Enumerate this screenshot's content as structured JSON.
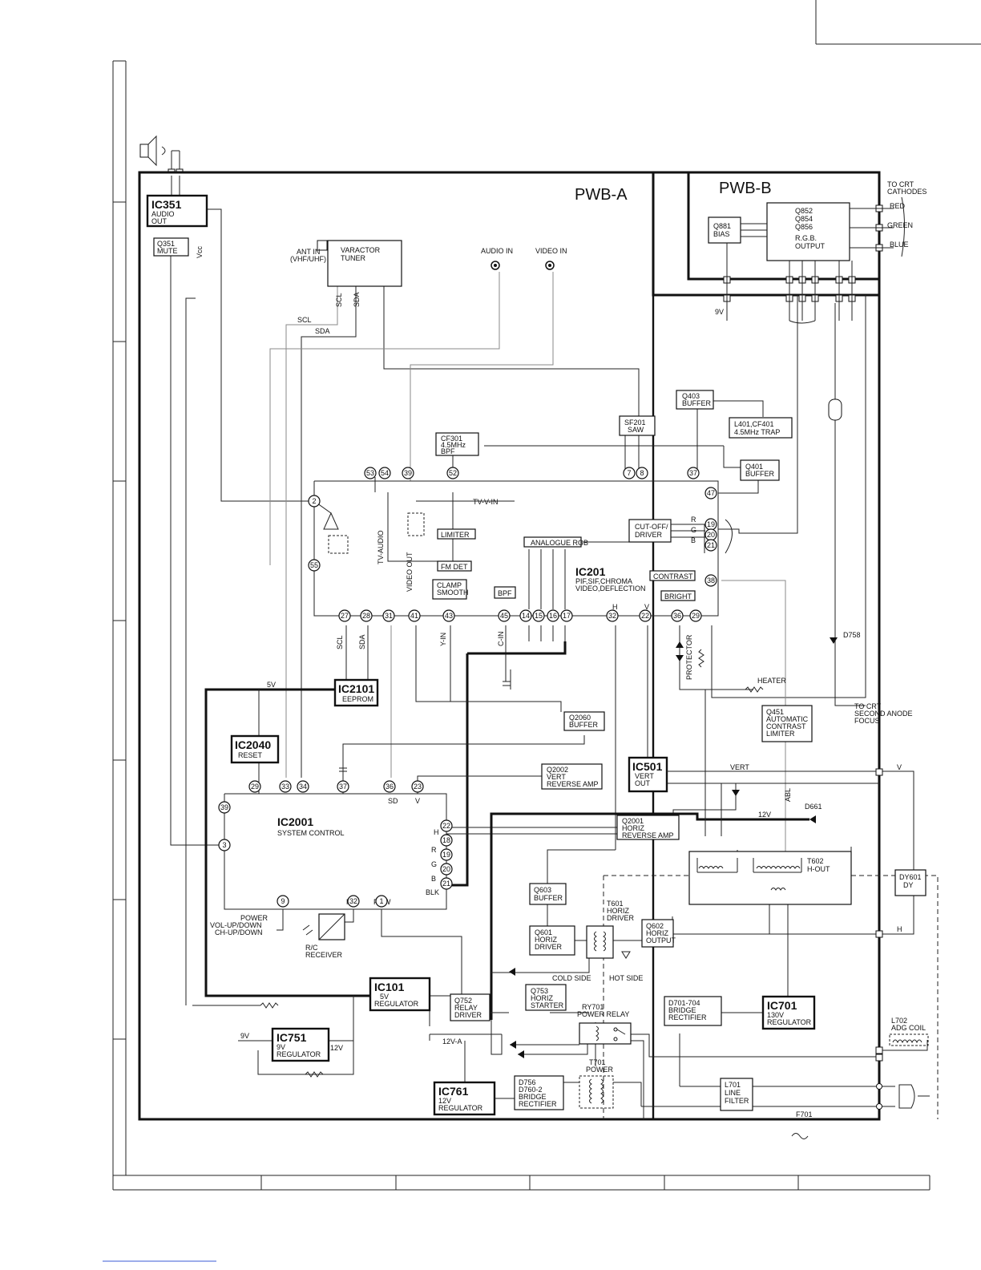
{
  "boards": {
    "pwb_a": "PWB-A",
    "pwb_b": "PWB-B"
  },
  "labels": {
    "to_crt_cathodes": [
      "TO CRT",
      "CATHODES"
    ],
    "red": "RED",
    "green": "GREEN",
    "blue": "BLUE",
    "ant_in": [
      "ANT IN",
      "(VHF/UHF)"
    ],
    "audio_in": "AUDIO IN",
    "video_in": "VIDEO IN",
    "vcc": "Vcc",
    "scl": "SCL",
    "sda": "SDA",
    "nine_v": "9V",
    "five_v": "5V",
    "twelve_v": "12V",
    "twelve_v_a": "12V-A",
    "tv_v_in": "TV-V-IN",
    "tv_audio": "TV-AUDIO",
    "video_out": "VIDEO OUT",
    "y_in": "Y-IN",
    "c_in": "C-IN",
    "r": "R",
    "g": "G",
    "b": "B",
    "h": "H",
    "v": "V",
    "blk": "BLK",
    "rc": "R/C",
    "pow": "POW",
    "sd": "SD",
    "protector": "PROTECTOR",
    "heater": "HEATER",
    "d758": "D758",
    "d661": "D661",
    "vert": "VERT",
    "abl": "ABL",
    "to_crt_anode": [
      "TO CRT",
      "SECOND ANODE",
      "FOCUS"
    ],
    "cold_side": "COLD SIDE",
    "hot_side": "HOT SIDE",
    "f701": "F701",
    "power_keys": [
      "POWER",
      "VOL-UP/DOWN",
      "CH-UP/DOWN"
    ],
    "rc_receiver": [
      "R/C",
      "RECEIVER"
    ]
  },
  "blocks": {
    "ic351": {
      "name": "IC351",
      "desc": [
        "AUDIO",
        "OUT"
      ]
    },
    "q351": {
      "lines": [
        "Q351",
        "MUTE"
      ]
    },
    "tuner": {
      "lines": [
        "VARACTOR",
        "TUNER"
      ]
    },
    "q881": {
      "lines": [
        "Q881",
        "BIAS"
      ]
    },
    "q852": {
      "lines": [
        "Q852",
        "Q854",
        "Q856",
        "R.G.B.",
        "OUTPUT"
      ]
    },
    "q403": {
      "lines": [
        "Q403",
        "BUFFER"
      ]
    },
    "sf201": {
      "lines": [
        "SF201",
        "SAW"
      ]
    },
    "l401": {
      "lines": [
        "L401,CF401",
        "4.5MHz  TRAP"
      ]
    },
    "cf301": {
      "lines": [
        "CF301",
        "4.5MHz",
        "BPF"
      ]
    },
    "q401": {
      "lines": [
        "Q401",
        "BUFFER"
      ]
    },
    "limiter": {
      "lines": [
        "LIMITER"
      ]
    },
    "analogue_rgb": {
      "lines": [
        "ANALOGUE  RGB"
      ]
    },
    "cutoff": {
      "lines": [
        "CUT-OFF/",
        "DRIVER"
      ]
    },
    "fm_det": {
      "lines": [
        "FM DET"
      ]
    },
    "clamp": {
      "lines": [
        "CLAMP",
        "SMOOTH"
      ]
    },
    "bpf": {
      "lines": [
        "BPF"
      ]
    },
    "contrast": {
      "lines": [
        "CONTRAST"
      ]
    },
    "bright": {
      "lines": [
        "BRIGHT"
      ]
    },
    "ic201": {
      "name": "IC201",
      "desc": [
        "PIF,SIF,CHROMA",
        "VIDEO,DEFLECTION"
      ]
    },
    "ic2101": {
      "name": "IC2101",
      "desc": [
        "EEPROM"
      ]
    },
    "q2060": {
      "lines": [
        "Q2060",
        "BUFFER"
      ]
    },
    "q451": {
      "lines": [
        "Q451",
        "AUTOMATIC",
        "CONTRAST",
        "LIMITER"
      ]
    },
    "ic2040": {
      "name": "IC2040",
      "desc": [
        "RESET"
      ]
    },
    "q2002": {
      "lines": [
        "Q2002",
        "VERT",
        "REVERSE  AMP"
      ]
    },
    "ic501": {
      "name": "IC501",
      "desc": [
        "VERT",
        "OUT"
      ]
    },
    "ic2001": {
      "name": "IC2001",
      "desc": [
        "SYSTEM  CONTROL"
      ]
    },
    "q2001": {
      "lines": [
        "Q2001",
        "HORIZ",
        "REVERSE  AMP"
      ]
    },
    "t602": {
      "lines": [
        "T602",
        "H-OUT"
      ]
    },
    "dy601": {
      "lines": [
        "DY601",
        "DY"
      ]
    },
    "q603": {
      "lines": [
        "Q603",
        "BUFFER"
      ]
    },
    "t601": {
      "lines": [
        "T601",
        "HORIZ",
        "DRIVER"
      ]
    },
    "q601": {
      "lines": [
        "Q601",
        "HORIZ",
        "DRIVER"
      ]
    },
    "q602": {
      "lines": [
        "Q602",
        "HORIZ",
        "OUTPUT"
      ]
    },
    "ic101": {
      "name": "IC101",
      "desc": [
        "5V",
        "REGULATOR"
      ]
    },
    "q752": {
      "lines": [
        "Q752",
        "RELAY",
        "DRIVER"
      ]
    },
    "q753": {
      "lines": [
        "Q753",
        "HORIZ",
        "STARTER"
      ]
    },
    "ry701": {
      "lines": [
        "RY701",
        "POWER  RELAY"
      ]
    },
    "d701": {
      "lines": [
        "D701-704",
        "BRIDGE",
        "RECTIFIER"
      ]
    },
    "ic701": {
      "name": "IC701",
      "desc": [
        "130V",
        "REGULATOR"
      ]
    },
    "l702": {
      "lines": [
        "L702",
        "ADG  COIL"
      ]
    },
    "ic751": {
      "name": "IC751",
      "desc": [
        "9V",
        "REGULATOR"
      ]
    },
    "ic761": {
      "name": "IC761",
      "desc": [
        "12V",
        "REGULATOR"
      ]
    },
    "d756": {
      "lines": [
        "D756",
        "D760-2",
        "BRIDGE",
        "RECTIFIER"
      ]
    },
    "t701": {
      "lines": [
        "T701",
        "POWER"
      ]
    },
    "l701": {
      "lines": [
        "L701",
        "LINE",
        "FILTER"
      ]
    }
  },
  "pins": {
    "p2": "2",
    "p53": "53",
    "p54": "54",
    "p39a": "39",
    "p52": "52",
    "p7": "7",
    "p8": "8",
    "p37a": "37",
    "p47": "47",
    "p19": "19",
    "p20": "20",
    "p21": "21",
    "p55": "55",
    "p38": "38",
    "p27": "27",
    "p28": "28",
    "p31": "31",
    "p41": "41",
    "p43": "43",
    "p45": "45",
    "p14": "14",
    "p15": "15",
    "p16": "16",
    "p17": "17",
    "p32a": "32",
    "p22a": "22",
    "p36a": "36",
    "p29a": "29",
    "p29b": "29",
    "p33": "33",
    "p34": "34",
    "p37b": "37",
    "p36b": "36",
    "p23": "23",
    "p39b": "39",
    "p3": "3",
    "p22b": "22",
    "p18": "18",
    "p19b": "19",
    "p20b": "20",
    "p21b": "21",
    "p9": "9",
    "p32b": "32",
    "p1": "1"
  }
}
